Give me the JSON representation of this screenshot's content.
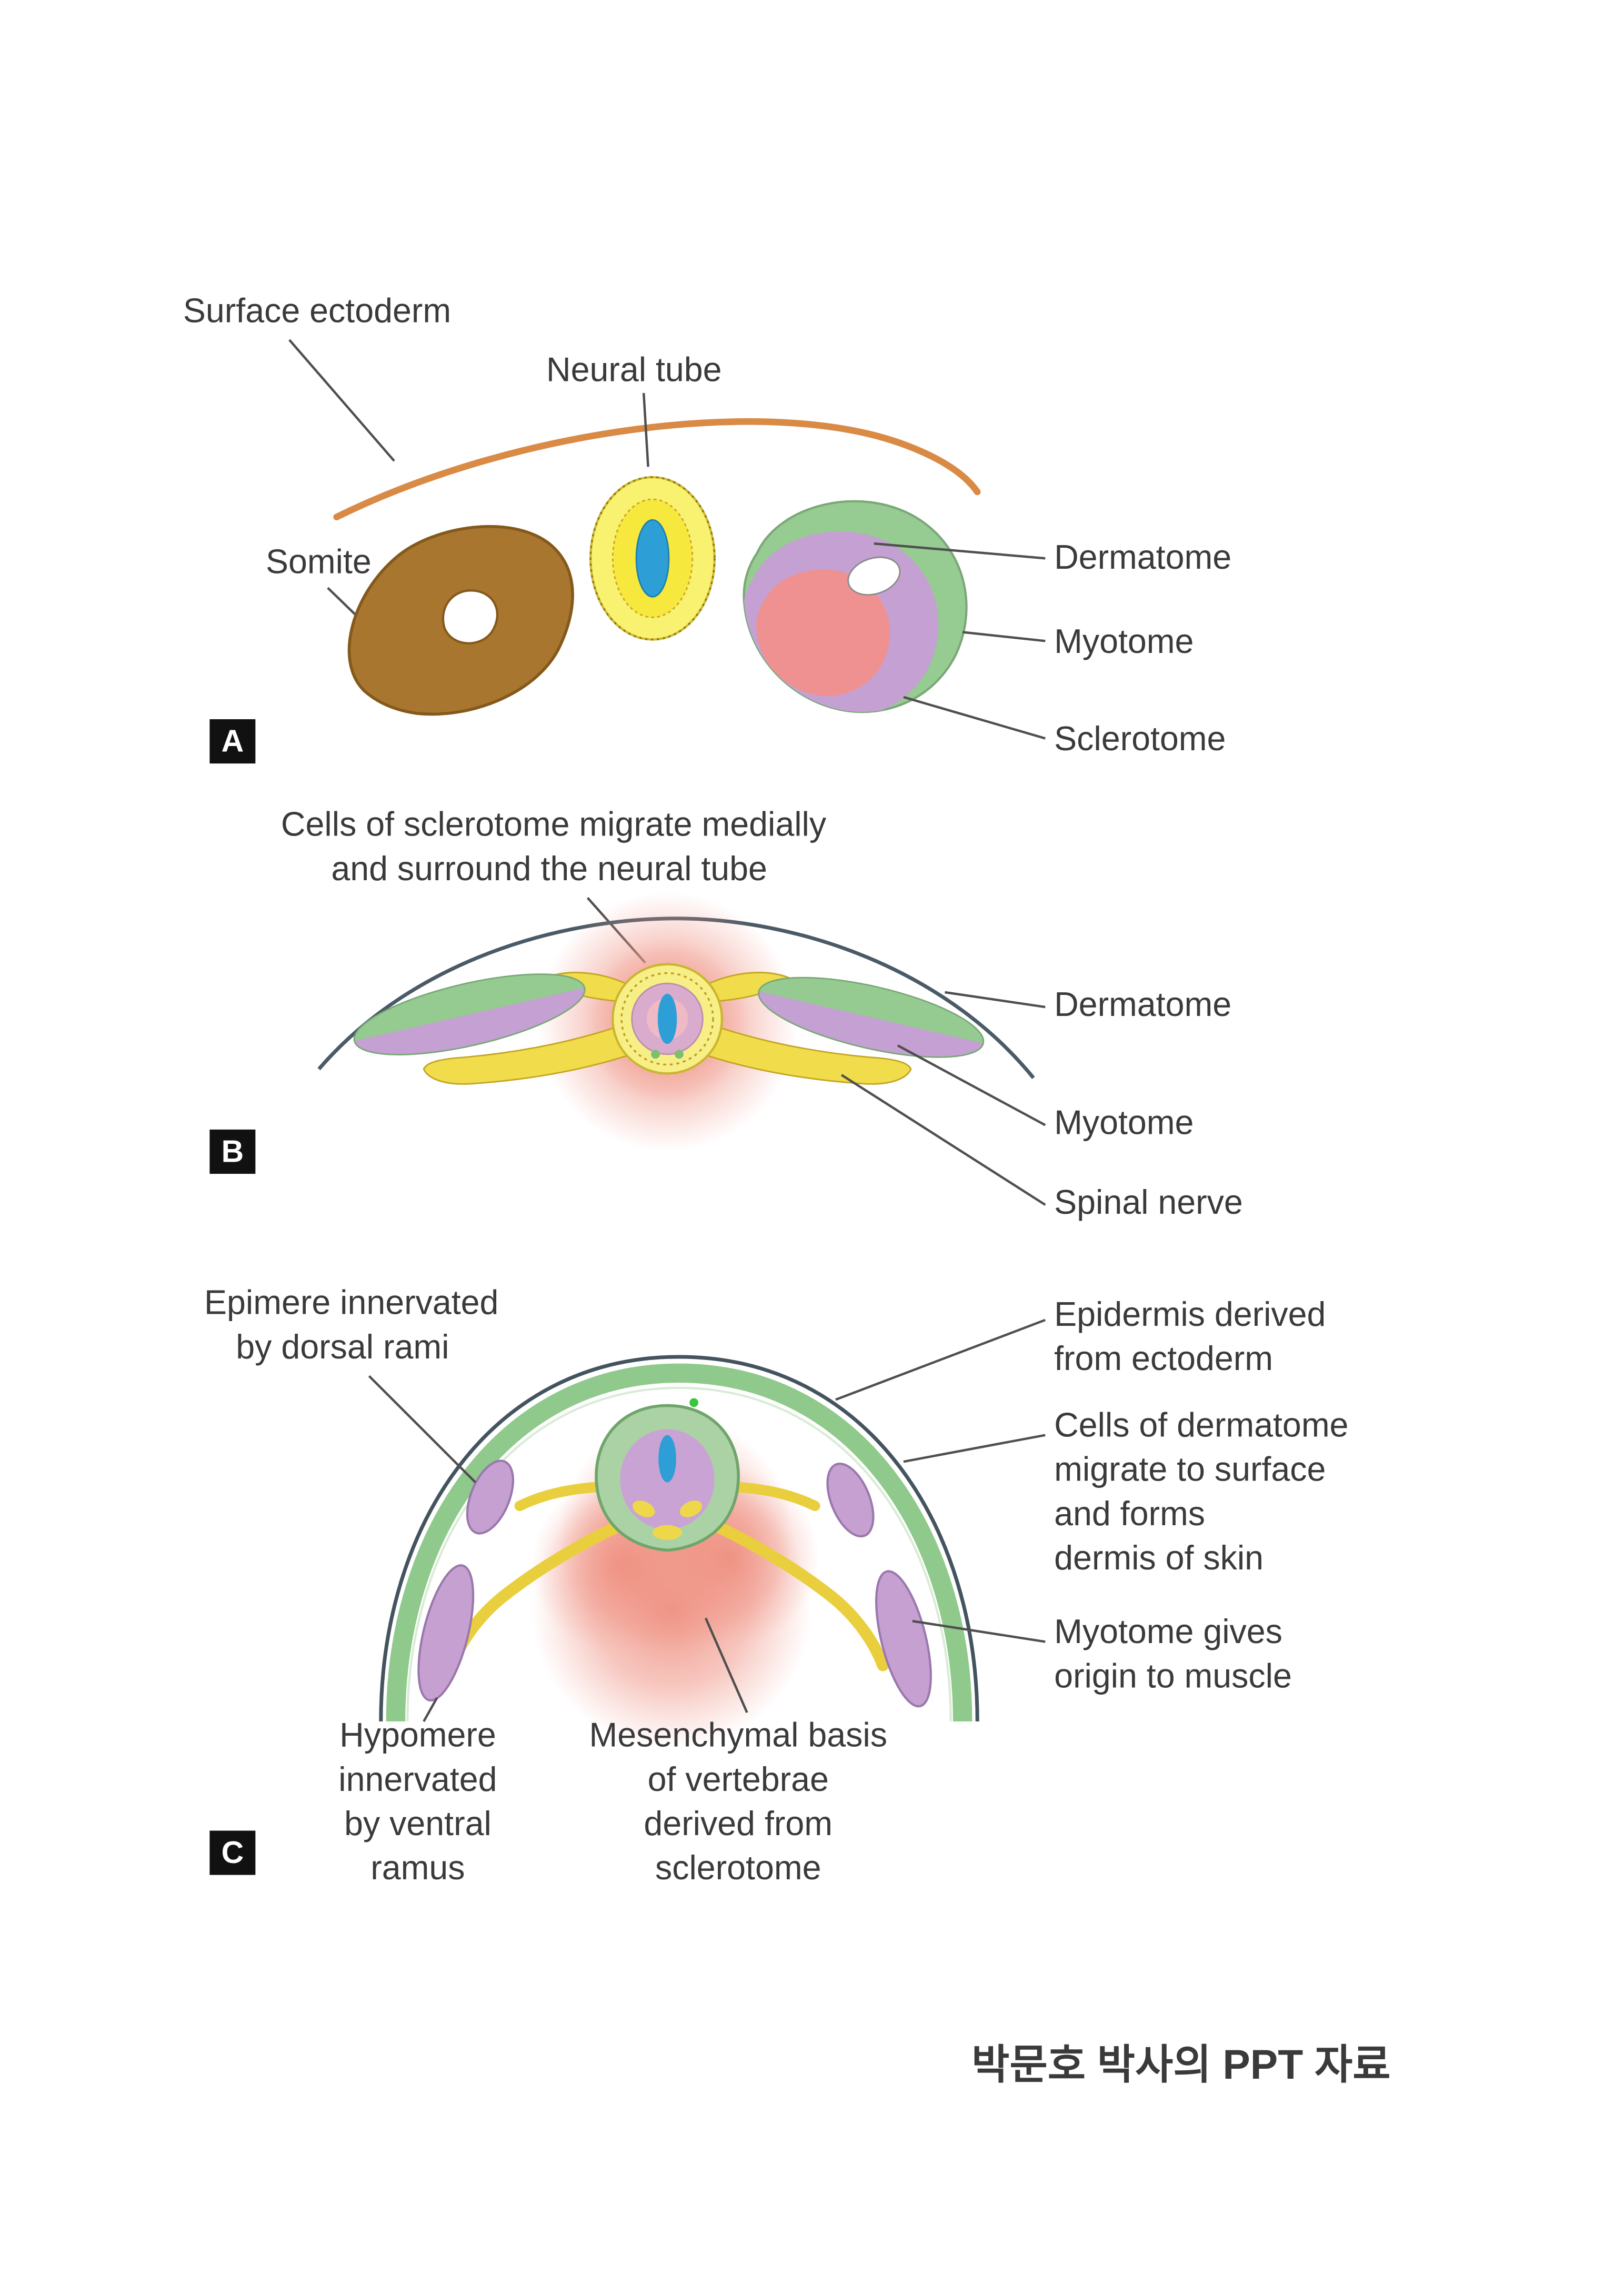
{
  "caption": "박문호 박사의 PPT 자료",
  "colors": {
    "ectoderm_orange": "#d98a45",
    "somite_brown": "#a8762f",
    "dermatome_green": "#96cb92",
    "myotome_purple": "#c5a0d3",
    "sclerotome_pink": "#ef9191",
    "neural_tube_yellow": "#f7ef86",
    "lumen_blue": "#2e9fd6",
    "nerve_yellow": "#e9cf3d",
    "outline_gray": "#4a5a66",
    "caption_teal": "#15806d",
    "text": "#3a3a3a",
    "tag_bg": "#111111"
  },
  "panelA": {
    "tag": "A",
    "labels": {
      "surface_ectoderm": "Surface ectoderm",
      "neural_tube": "Neural tube",
      "somite": "Somite",
      "dermatome": "Dermatome",
      "myotome": "Myotome",
      "sclerotome": "Sclerotome"
    }
  },
  "panelB": {
    "tag": "B",
    "title_line1": "Cells of sclerotome migrate medially",
    "title_line2": "and surround the neural tube",
    "labels": {
      "dermatome": "Dermatome",
      "myotome": "Myotome",
      "spinal_nerve": "Spinal nerve"
    }
  },
  "panelC": {
    "tag": "C",
    "epimere_line1": "Epimere innervated",
    "epimere_line2": "by dorsal rami",
    "epidermis_line1": "Epidermis derived",
    "epidermis_line2": "from ectoderm",
    "dermatome_line1": "Cells of dermatome",
    "dermatome_line2": "migrate to surface",
    "dermatome_line3": "and forms",
    "dermatome_line4": "dermis of skin",
    "myotome_line1": "Myotome gives",
    "myotome_line2": "origin to muscle",
    "hypomere_line1": "Hypomere",
    "hypomere_line2": "innervated",
    "hypomere_line3": "by ventral",
    "hypomere_line4": "ramus",
    "mesenchymal_line1": "Mesenchymal basis",
    "mesenchymal_line2": "of vertebrae",
    "mesenchymal_line3": "derived from",
    "mesenchymal_line4": "sclerotome"
  }
}
